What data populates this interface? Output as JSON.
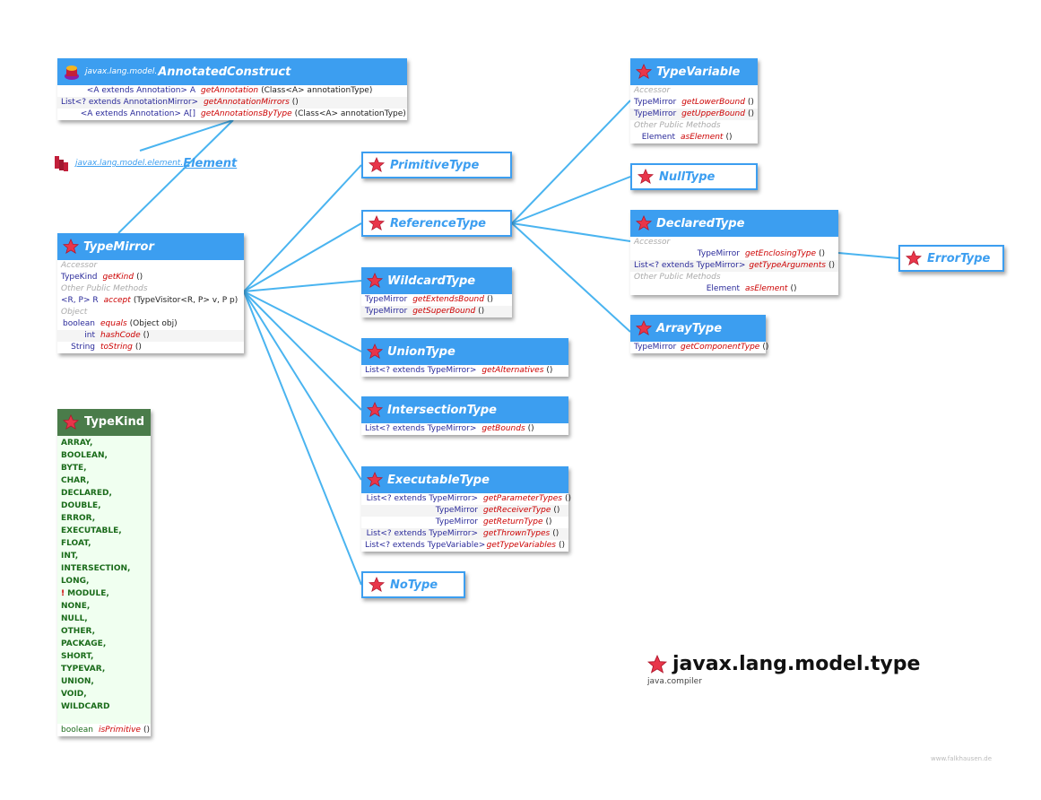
{
  "annotated_construct": {
    "prefix": "javax.lang.model.",
    "name": "AnnotatedConstruct",
    "rows": [
      {
        "ret": "<A extends Annotation> A",
        "name": "getAnnotation",
        "params": "(Class<A> annotationType)"
      },
      {
        "ret": "List<? extends AnnotationMirror>",
        "name": "getAnnotationMirrors",
        "params": "()"
      },
      {
        "ret": "<A extends Annotation> A[]",
        "name": "getAnnotationsByType",
        "params": "(Class<A> annotationType)"
      }
    ]
  },
  "element_link": {
    "prefix": "javax.lang.model.element.",
    "name": "Element"
  },
  "type_mirror": {
    "name": "TypeMirror",
    "sections": [
      {
        "label": "Accessor",
        "rows": [
          {
            "ret": "TypeKind",
            "name": "getKind",
            "params": "()"
          }
        ]
      },
      {
        "label": "Other Public Methods",
        "rows": [
          {
            "ret": "<R, P> R",
            "name": "accept",
            "params": "(TypeVisitor<R, P> v, P p)"
          }
        ]
      },
      {
        "label": "Object",
        "rows": [
          {
            "ret": "boolean",
            "name": "equals",
            "params": "(Object obj)"
          },
          {
            "ret": "int",
            "name": "hashCode",
            "params": "()"
          },
          {
            "ret": "String",
            "name": "toString",
            "params": "()"
          }
        ]
      }
    ]
  },
  "primitive_type": {
    "name": "PrimitiveType"
  },
  "reference_type": {
    "name": "ReferenceType"
  },
  "wildcard_type": {
    "name": "WildcardType",
    "rows": [
      {
        "ret": "TypeMirror",
        "name": "getExtendsBound",
        "params": "()"
      },
      {
        "ret": "TypeMirror",
        "name": "getSuperBound",
        "params": "()"
      }
    ]
  },
  "union_type": {
    "name": "UnionType",
    "rows": [
      {
        "ret": "List<? extends TypeMirror>",
        "name": "getAlternatives",
        "params": "()"
      }
    ]
  },
  "intersection_type": {
    "name": "IntersectionType",
    "rows": [
      {
        "ret": "List<? extends TypeMirror>",
        "name": "getBounds",
        "params": "()"
      }
    ]
  },
  "executable_type": {
    "name": "ExecutableType",
    "rows": [
      {
        "ret": "List<? extends TypeMirror>",
        "name": "getParameterTypes",
        "params": "()"
      },
      {
        "ret": "TypeMirror",
        "name": "getReceiverType",
        "params": "()"
      },
      {
        "ret": "TypeMirror",
        "name": "getReturnType",
        "params": "()"
      },
      {
        "ret": "List<? extends TypeMirror>",
        "name": "getThrownTypes",
        "params": "()"
      },
      {
        "ret": "List<? extends TypeVariable>",
        "name": "getTypeVariables",
        "params": "()"
      }
    ]
  },
  "no_type": {
    "name": "NoType"
  },
  "type_variable": {
    "name": "TypeVariable",
    "sections": [
      {
        "label": "Accessor",
        "rows": [
          {
            "ret": "TypeMirror",
            "name": "getLowerBound",
            "params": "()"
          },
          {
            "ret": "TypeMirror",
            "name": "getUpperBound",
            "params": "()"
          }
        ]
      },
      {
        "label": "Other Public Methods",
        "rows": [
          {
            "ret": "Element",
            "name": "asElement",
            "params": "()"
          }
        ]
      }
    ]
  },
  "null_type": {
    "name": "NullType"
  },
  "declared_type": {
    "name": "DeclaredType",
    "sections": [
      {
        "label": "Accessor",
        "rows": [
          {
            "ret": "TypeMirror",
            "name": "getEnclosingType",
            "params": "()"
          },
          {
            "ret": "List<? extends TypeMirror>",
            "name": "getTypeArguments",
            "params": "()"
          }
        ]
      },
      {
        "label": "Other Public Methods",
        "rows": [
          {
            "ret": "Element",
            "name": "asElement",
            "params": "()"
          }
        ]
      }
    ]
  },
  "error_type": {
    "name": "ErrorType"
  },
  "array_type": {
    "name": "ArrayType",
    "rows": [
      {
        "ret": "TypeMirror",
        "name": "getComponentType",
        "params": "()"
      }
    ]
  },
  "type_kind": {
    "name": "TypeKind",
    "values": [
      "ARRAY,",
      "BOOLEAN,",
      "BYTE,",
      "CHAR,",
      "DECLARED,",
      "DOUBLE,",
      "ERROR,",
      "EXECUTABLE,",
      "FLOAT,",
      "INT,",
      "INTERSECTION,",
      "LONG,",
      "MODULE,",
      "NONE,",
      "NULL,",
      "OTHER,",
      "PACKAGE,",
      "SHORT,",
      "TYPEVAR,",
      "UNION,",
      "VOID,",
      "WILDCARD"
    ],
    "warn_marker": "!",
    "method": {
      "ret": "boolean",
      "name": "isPrimitive",
      "params": "()"
    }
  },
  "package": {
    "name": "javax.lang.model.type",
    "module": "java.compiler"
  },
  "credit": "www.falkhausen.de",
  "colors": {
    "accent": "#3c9ef0",
    "method": "#cc0000",
    "type": "#2a2a9a",
    "kind_header": "#4a7c4a",
    "kind_text": "#1a6b1a",
    "star": "#e8364a"
  }
}
